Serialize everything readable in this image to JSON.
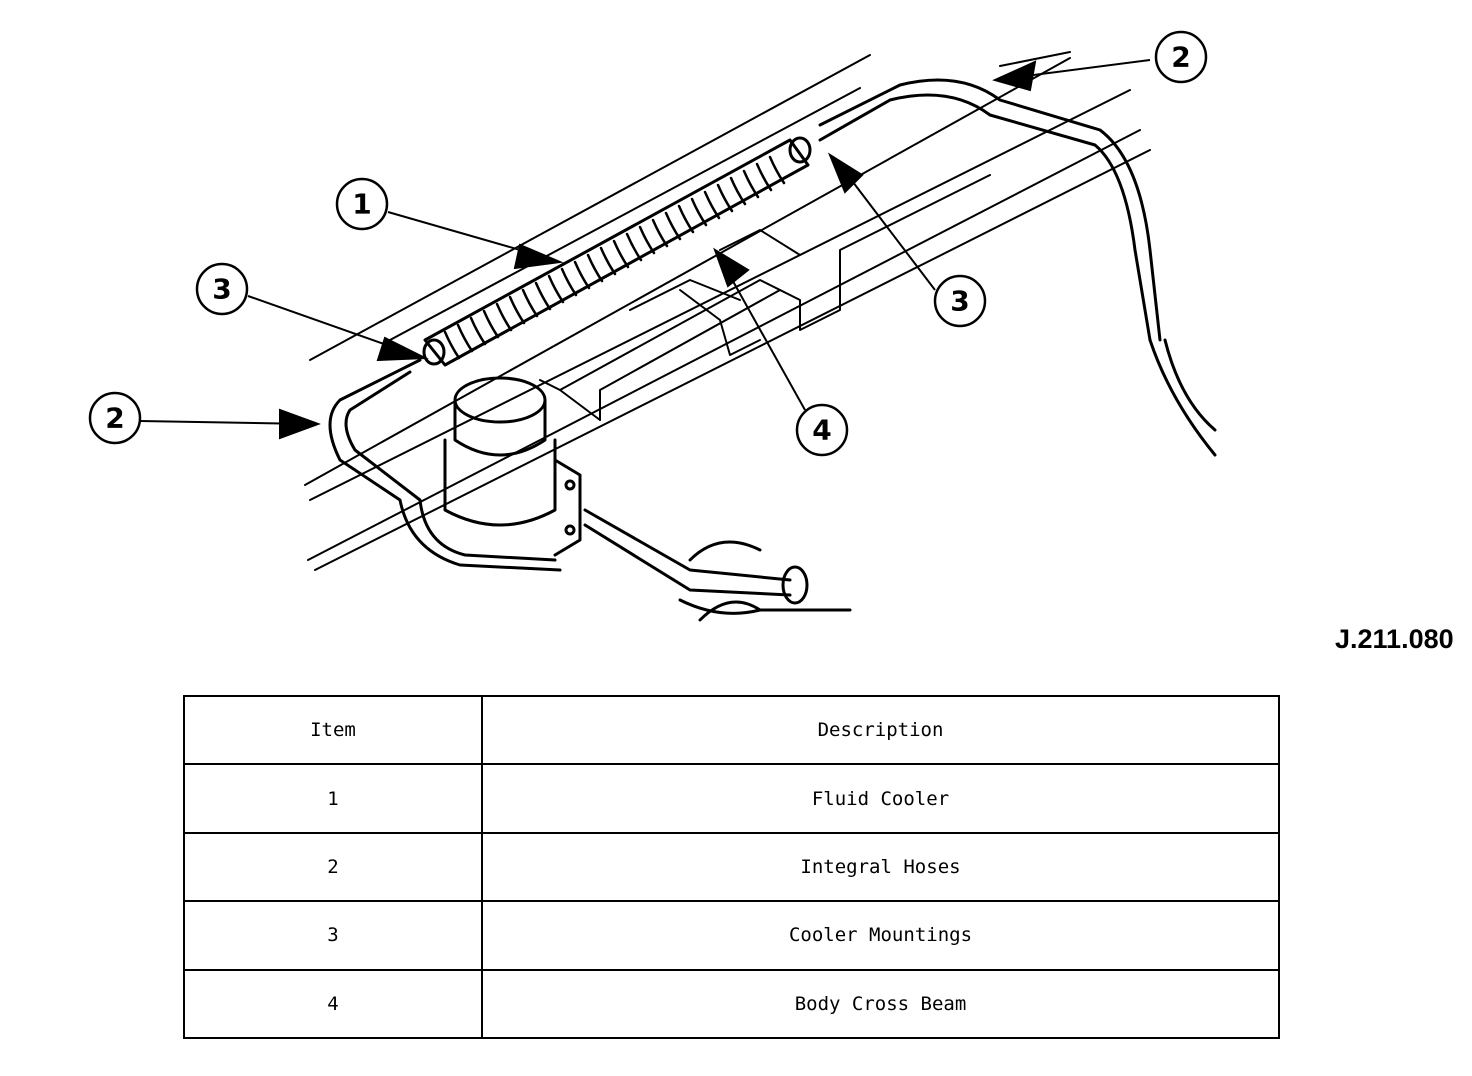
{
  "figure": {
    "reference": "J.211.080",
    "callouts": [
      {
        "number": "1"
      },
      {
        "number": "2"
      },
      {
        "number": "2"
      },
      {
        "number": "3"
      },
      {
        "number": "3"
      },
      {
        "number": "4"
      }
    ]
  },
  "legend": {
    "headers": {
      "item": "Item",
      "description": "Description"
    },
    "rows": [
      {
        "item": "1",
        "description": "Fluid Cooler"
      },
      {
        "item": "2",
        "description": "Integral Hoses"
      },
      {
        "item": "3",
        "description": "Cooler Mountings"
      },
      {
        "item": "4",
        "description": "Body Cross Beam"
      }
    ]
  }
}
